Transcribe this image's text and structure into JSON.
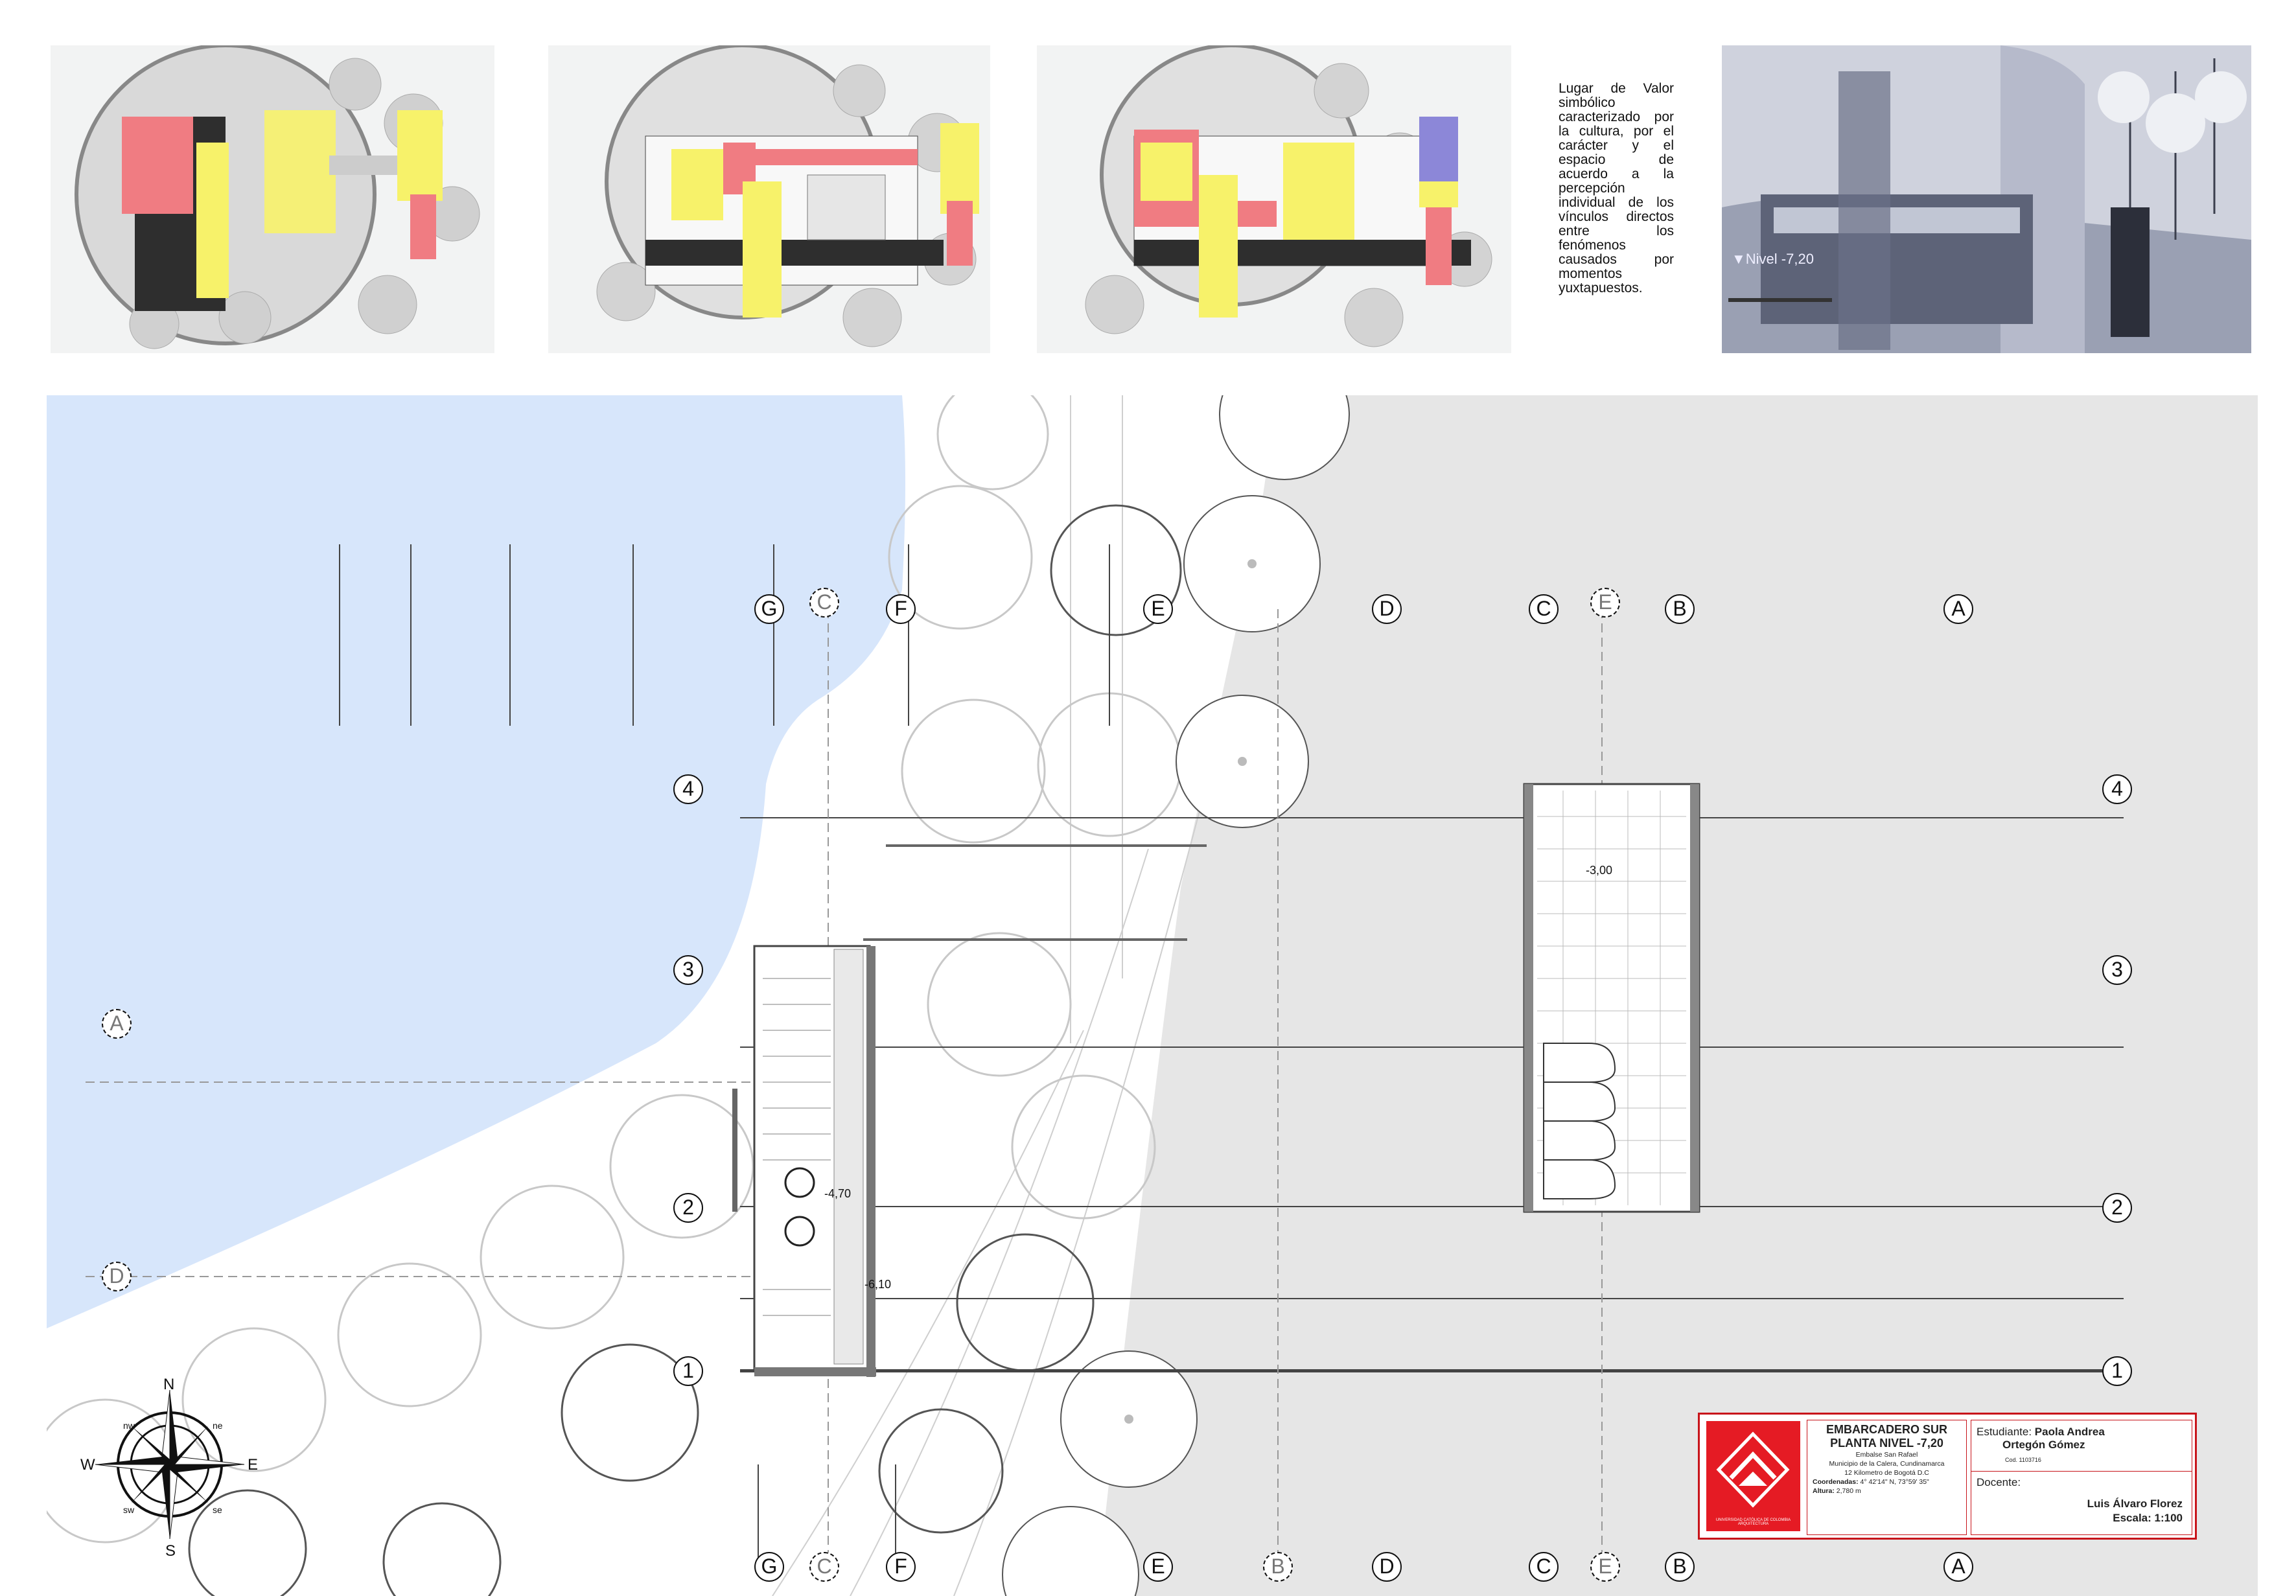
{
  "concept_text": "Lugar de Valor simbólico caracterizado por la cultura, por el carácter y el espacio de acuerdo a la percepción individual de los vínculos directos entre los fenómenos causados por momentos yuxtapuestos.",
  "section": {
    "level_label": "▼Nivel -7,20"
  },
  "grid": {
    "top_axes": [
      "G",
      "F",
      "E",
      "D",
      "C",
      "B",
      "A"
    ],
    "bottom_axes": [
      "G",
      "F",
      "E",
      "D",
      "C",
      "B",
      "A"
    ],
    "rows": [
      "4",
      "3",
      "2",
      "1"
    ],
    "section_marks_top": [
      "C",
      "E"
    ],
    "section_marks_bottom": [
      "C",
      "B",
      "E"
    ],
    "section_marks_left": [
      "A",
      "D"
    ]
  },
  "levels": {
    "upper": "-3,00",
    "mid": "-4,70",
    "lower": "-6,10"
  },
  "compass": {
    "north": "N",
    "south": "S",
    "east": "E",
    "west": "W",
    "nw": "nw",
    "ne": "ne",
    "sw": "sw",
    "se": "se"
  },
  "colors": {
    "water": "#d7e6fb",
    "ground": "#e6e6e6",
    "red_zone": "#f07c82",
    "yellow_zone": "#f7f26a",
    "blue_zone": "#8c87d8",
    "brand_red": "#e51b24"
  },
  "title_block": {
    "institution": "UNIVERSIDAD CATÓLICA DE COLOMBIA ARQUITECTURA",
    "project": "EMBARCADERO SUR",
    "sheet": "PLANTA NIVEL -7,20",
    "site": "Embalse San Rafael",
    "municipality": "Municipio de la Calera, Cundinamarca",
    "road": "12 Kilometro de Bogotá D.C",
    "coords_label": "Coordenadas:",
    "coords": "4° 42'14\" N, 73°59' 35\"",
    "altitude_label": "Altura:",
    "altitude": "2,780 m",
    "student_label": "Estudiante:",
    "student_name": "Paola Andrea",
    "student_surname": "Ortegón Gómez",
    "student_code": "Cod. 1103716",
    "teacher_label": "Docente:",
    "teacher_name": "Luis Álvaro Florez",
    "scale": "Escala: 1:100"
  }
}
